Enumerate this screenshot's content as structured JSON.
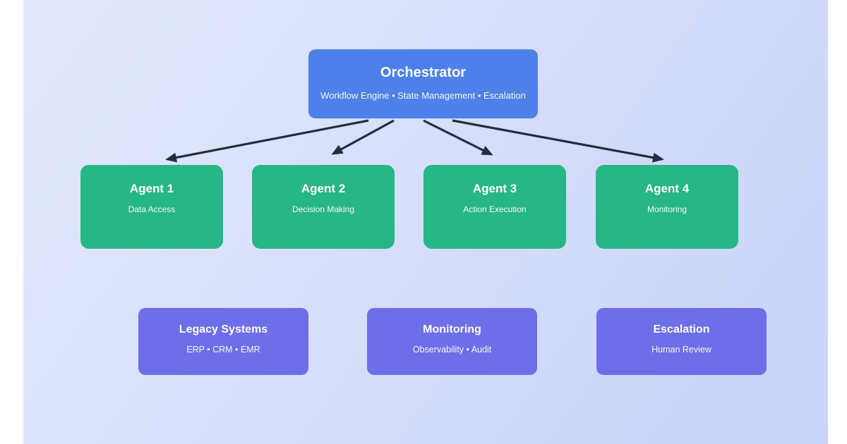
{
  "diagram": {
    "orchestrator": {
      "title": "Orchestrator",
      "subtitle": "Workflow Engine • State Management • Escalation"
    },
    "agents": [
      {
        "title": "Agent 1",
        "subtitle": "Data Access"
      },
      {
        "title": "Agent 2",
        "subtitle": "Decision Making"
      },
      {
        "title": "Agent 3",
        "subtitle": "Action Execution"
      },
      {
        "title": "Agent 4",
        "subtitle": "Monitoring"
      }
    ],
    "support_nodes": [
      {
        "title": "Legacy Systems",
        "subtitle": "ERP • CRM • EMR"
      },
      {
        "title": "Monitoring",
        "subtitle": "Observability • Audit"
      },
      {
        "title": "Escalation",
        "subtitle": "Human Review"
      }
    ],
    "connections": [
      {
        "from": "Orchestrator",
        "to": "Agent 1"
      },
      {
        "from": "Orchestrator",
        "to": "Agent 2"
      },
      {
        "from": "Orchestrator",
        "to": "Agent 3"
      },
      {
        "from": "Orchestrator",
        "to": "Agent 4"
      }
    ]
  },
  "colors": {
    "orchestrator_fill": "#4d80e8",
    "agent_fill": "#27b685",
    "support_fill": "#6d6ee8",
    "arrow": "#222d3d",
    "background_gradient_start": "#e4e9fd",
    "background_gradient_end": "#c8d3f8",
    "page_margin": "#ffffff",
    "text": "#ffffff"
  }
}
